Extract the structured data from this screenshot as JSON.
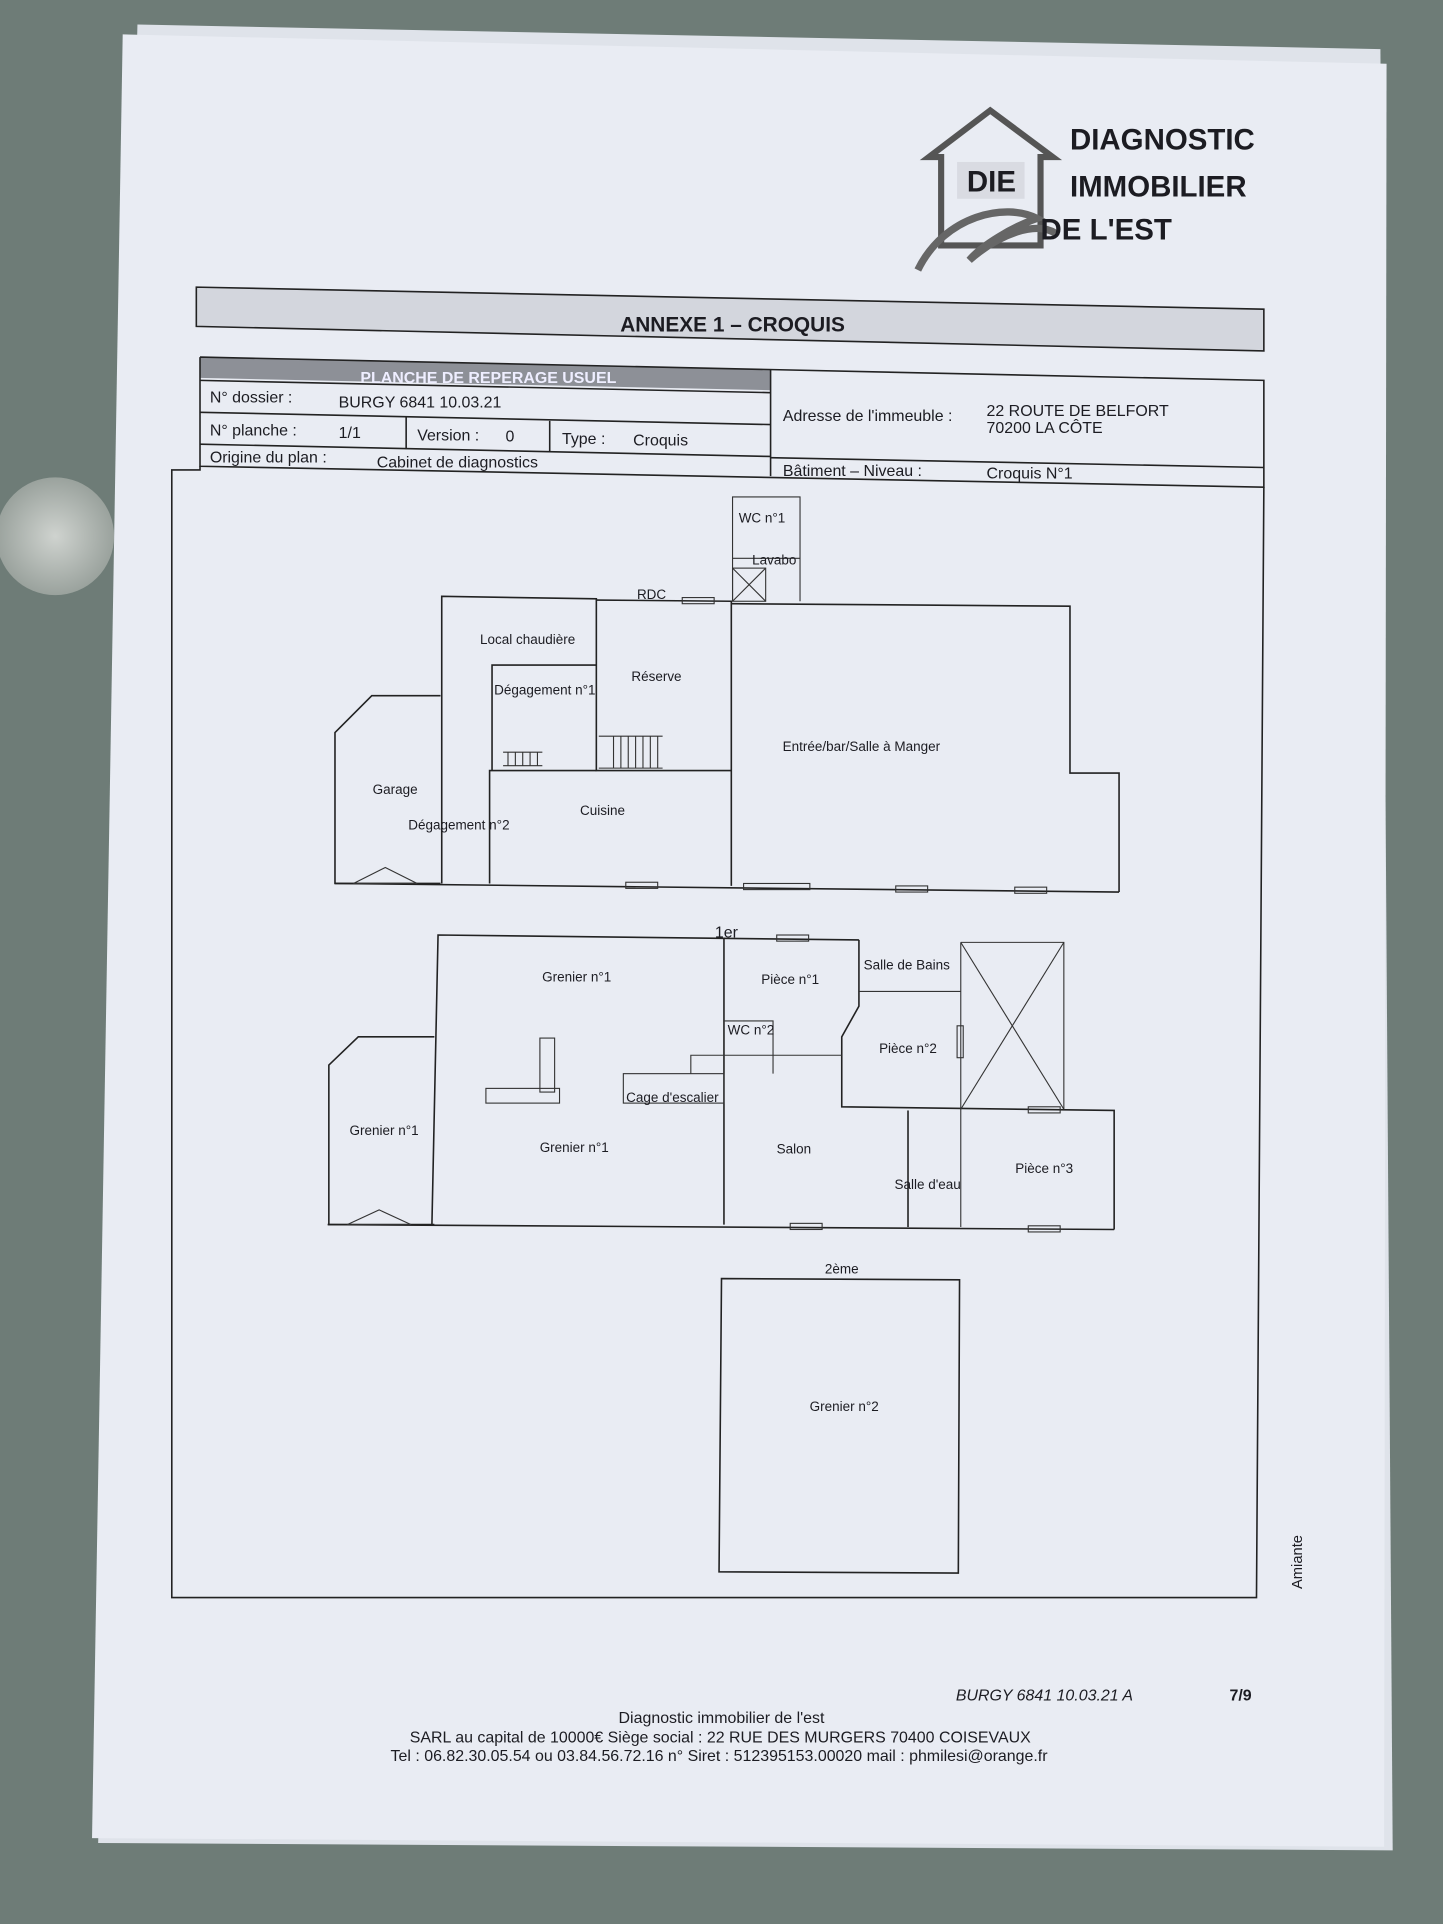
{
  "logo": {
    "badge": "DIE",
    "line1": "DIAGNOSTIC",
    "line2": "IMMOBILIER",
    "line3": "DE L'EST"
  },
  "title": "ANNEXE 1 – CROQUIS",
  "header_table": {
    "banner": "PLANCHE DE REPERAGE USUEL",
    "dossier_label": "N° dossier :",
    "dossier_value": "BURGY 6841 10.03.21",
    "planche_label": "N° planche :",
    "planche_value": "1/1",
    "version_label": "Version :",
    "version_value": "0",
    "type_label": "Type :",
    "type_value": "Croquis",
    "origine_label": "Origine du plan :",
    "origine_value": "Cabinet de diagnostics",
    "adresse_label": "Adresse de l'immeuble :",
    "adresse_line1": "22  ROUTE DE BELFORT",
    "adresse_line2": "70200 LA CÔTE",
    "batiment_label": "Bâtiment – Niveau :",
    "batiment_value": "Croquis N°1"
  },
  "plan": {
    "rdc": {
      "level": "RDC",
      "rooms": [
        "WC n°1",
        "Lavabo",
        "Local chaudière",
        "Dégagement n°1",
        "Réserve",
        "Entrée/bar/Salle à Manger",
        "Garage",
        "Dégagement n°2",
        "Cuisine"
      ]
    },
    "first": {
      "level": "1er",
      "rooms": [
        "Grenier n°1",
        "Pièce n°1",
        "Salle de Bains",
        "WC n°2",
        "Pièce n°2",
        "Cage d'escalier",
        "Grenier n°1",
        "Grenier n°1",
        "Salon",
        "Salle d'eau",
        "Pièce n°3"
      ]
    },
    "second": {
      "level": "2ème",
      "rooms": [
        "Grenier n°2"
      ]
    }
  },
  "side_label": "Amiante",
  "footer": {
    "ref": "BURGY 6841 10.03.21 A",
    "page": "7/9",
    "company": "Diagnostic immobilier de l'est",
    "line2": "SARL  au capital de 10000€  Siège social : 22 RUE DES MURGERS 70400 COISEVAUX",
    "line3": "Tel : 06.82.30.05.54  ou 03.84.56.72.16  n° Siret : 512395153.00020  mail : phmilesi@orange.fr"
  }
}
